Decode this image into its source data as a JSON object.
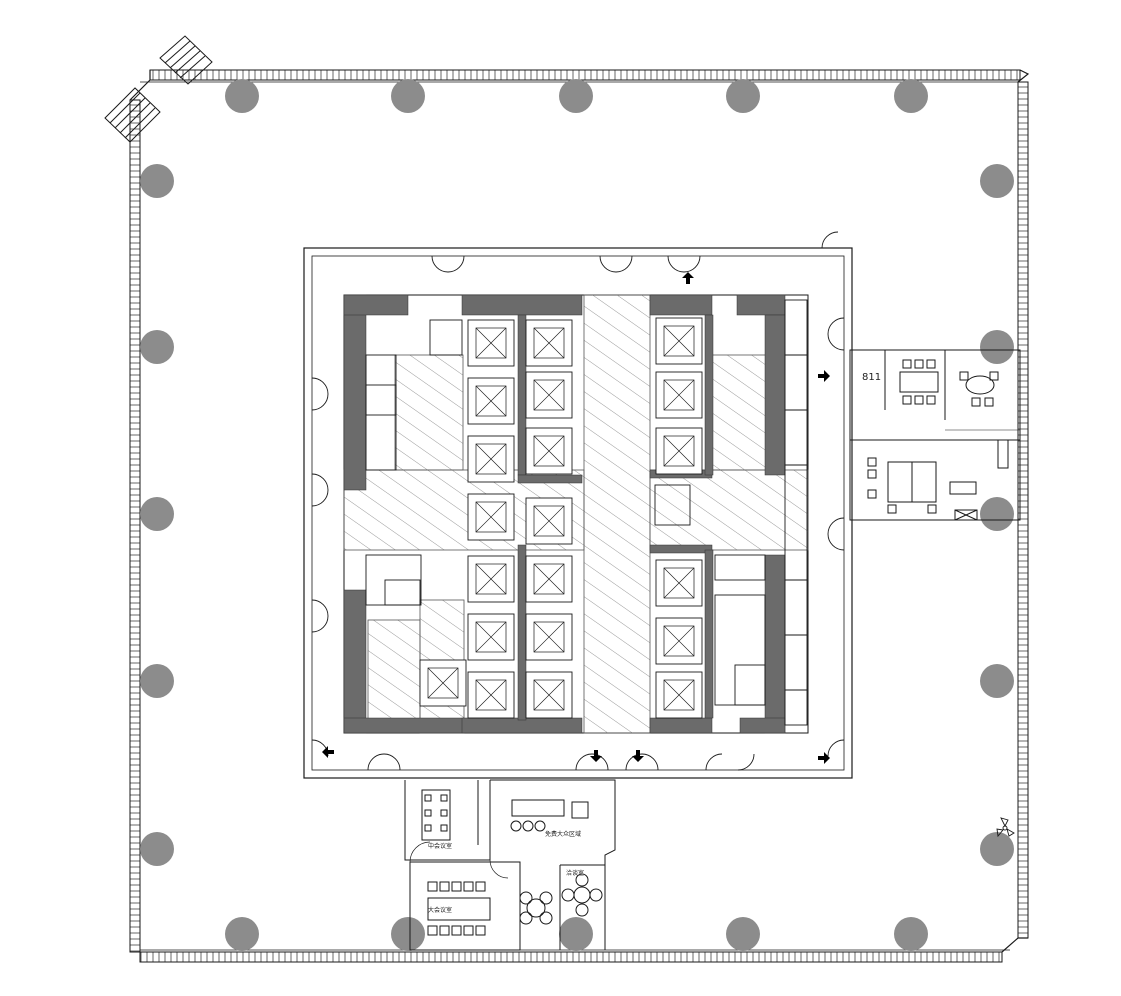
{
  "labels": {
    "room_811": "811",
    "small_meeting": "中会议室",
    "large_meeting": "大会议室",
    "open_area": "免费大众区域",
    "negotiation": "洽谈室"
  },
  "colors": {
    "line": "#1a1a1a",
    "column": "#8c8c8c",
    "core_wall": "#6b6b6b",
    "hatch": "#9a9a9a",
    "background": "#ffffff"
  },
  "counts": {
    "structural_columns": 20,
    "elevators": 21
  }
}
